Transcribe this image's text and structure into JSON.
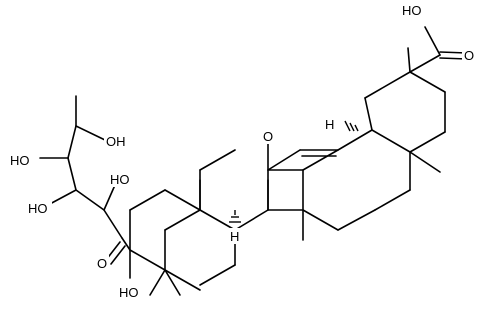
{
  "molecule": {
    "labels": {
      "cooh": "HO",
      "cooh_carbonyl": "O",
      "ketone_ring": "O",
      "ketone_chain": "O",
      "h_top": "H",
      "h_mid": "H",
      "oh_c3": "HO",
      "oh_chain_1": "HO",
      "oh_chain_2": "HO",
      "oh_chain_3": "HO",
      "oh_chain_4": "OH"
    },
    "colors": {
      "bond": "#000000",
      "background": "#ffffff"
    }
  }
}
